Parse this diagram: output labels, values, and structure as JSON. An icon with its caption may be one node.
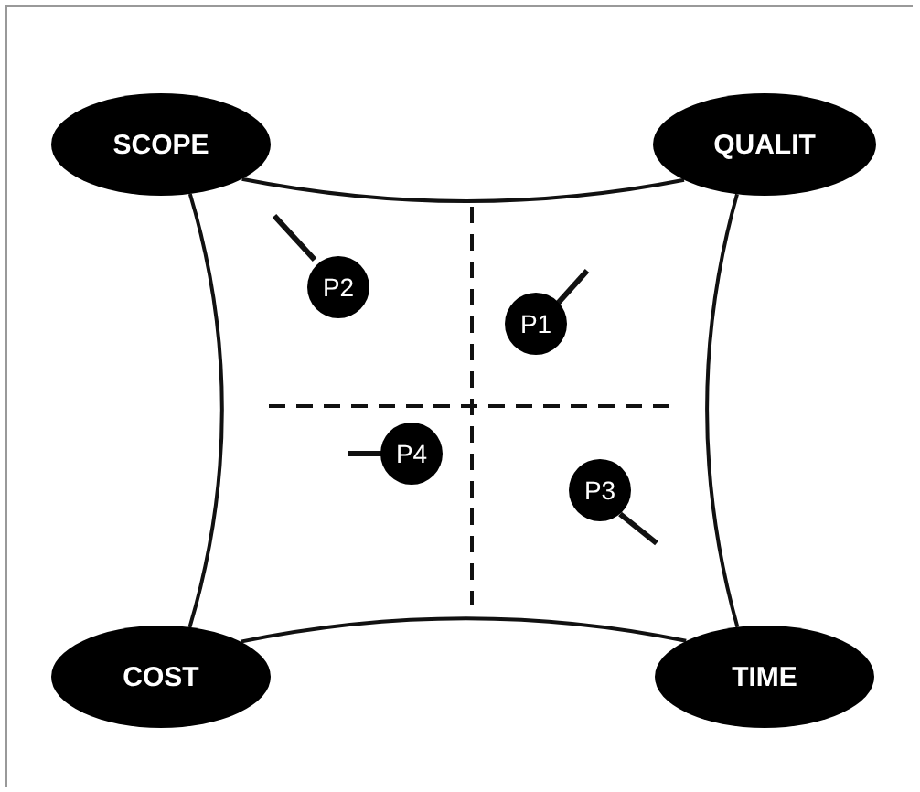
{
  "diagram": {
    "nodes": [
      {
        "text": [
          "SCOPE"
        ]
      },
      {
        "text": [
          "QUALIT"
        ]
      },
      {
        "text": [
          "P2"
        ]
      },
      {
        "text": [
          "P1"
        ]
      },
      {
        "text": [
          "P4"
        ]
      },
      {
        "text": [
          "P3"
        ]
      },
      {
        "text": [
          "COST"
        ]
      },
      {
        "text": [
          "TIME"
        ]
      }
    ],
    "edges": [
      {
        "from": 0,
        "to": 1,
        "arrow": "none"
      },
      {
        "from": 0,
        "to": 6,
        "arrow": "none"
      },
      {
        "from": 1,
        "to": 7,
        "arrow": "none"
      },
      {
        "from": 6,
        "to": 7,
        "arrow": "none"
      }
    ]
  }
}
